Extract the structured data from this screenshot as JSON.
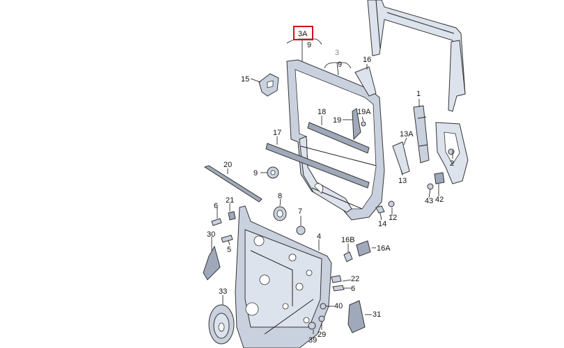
{
  "labels": {
    "l_3A": "3A",
    "l_9a": "9",
    "l_3": "3",
    "l_9b": "9",
    "l_16": "16",
    "l_15": "15",
    "l_1": "1",
    "l_18": "18",
    "l_19A": "19A",
    "l_19": "19",
    "l_17": "17",
    "l_13A": "13A",
    "l_2": "2",
    "l_20": "20",
    "l_9c": "9",
    "l_13": "13",
    "l_43": "43",
    "l_42": "42",
    "l_8": "8",
    "l_21": "21",
    "l_6a": "6",
    "l_7": "7",
    "l_14": "14",
    "l_12": "12",
    "l_30": "30",
    "l_5": "5",
    "l_4": "4",
    "l_16B": "16B",
    "l_16A": "16A",
    "l_22": "22",
    "l_6b": "6",
    "l_33": "33",
    "l_40": "40",
    "l_31": "31",
    "l_29": "29",
    "l_39": "39"
  },
  "colors": {
    "highlight_box": "#d0101c",
    "part_fill": "#c9d1de",
    "label_gray": "#8a8a8a"
  }
}
